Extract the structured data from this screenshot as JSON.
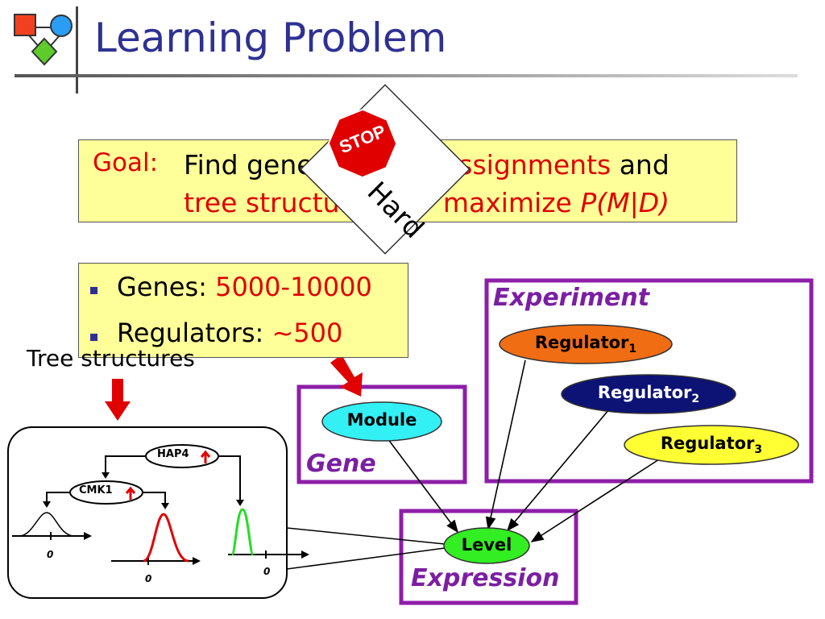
{
  "slide": {
    "title": "Learning Problem",
    "logo_icon": "network-nodes-icon"
  },
  "goal": {
    "label": "Goal:",
    "line1_a": "Find gene ",
    "line1_b": "assignments",
    "line1_c": " and",
    "line2_a": "tree structures",
    "line2_b": "maximize ",
    "line2_c": "P(M|D)"
  },
  "stop": {
    "sign_text": "STOP",
    "label": "Hard"
  },
  "bullets": [
    {
      "label": "Genes: ",
      "value": "5000-10000"
    },
    {
      "label": "Regulators: ",
      "value": "~500"
    }
  ],
  "tree_label": "Tree structures",
  "tree": {
    "top_node": "HAP4",
    "mid_node": "CMK1",
    "axis_zero": "0"
  },
  "experiment_box": {
    "label": "Experiment",
    "regulators": [
      {
        "name": "Regulator",
        "sub": "1",
        "color": "#f06d14"
      },
      {
        "name": "Regulator",
        "sub": "2",
        "color": "#0d1275"
      },
      {
        "name": "Regulator",
        "sub": "3",
        "color": "#ffff33"
      }
    ]
  },
  "gene_box": {
    "label": "Gene",
    "node": "Module",
    "node_color": "#33f0f5"
  },
  "expression_box": {
    "label": "Expression",
    "node": "Level",
    "node_color": "#33ee22"
  },
  "colors": {
    "title": "#2e3192",
    "accent_red": "#e00000",
    "box_fill": "#ffff99",
    "purple_border": "#8e1ea8"
  }
}
